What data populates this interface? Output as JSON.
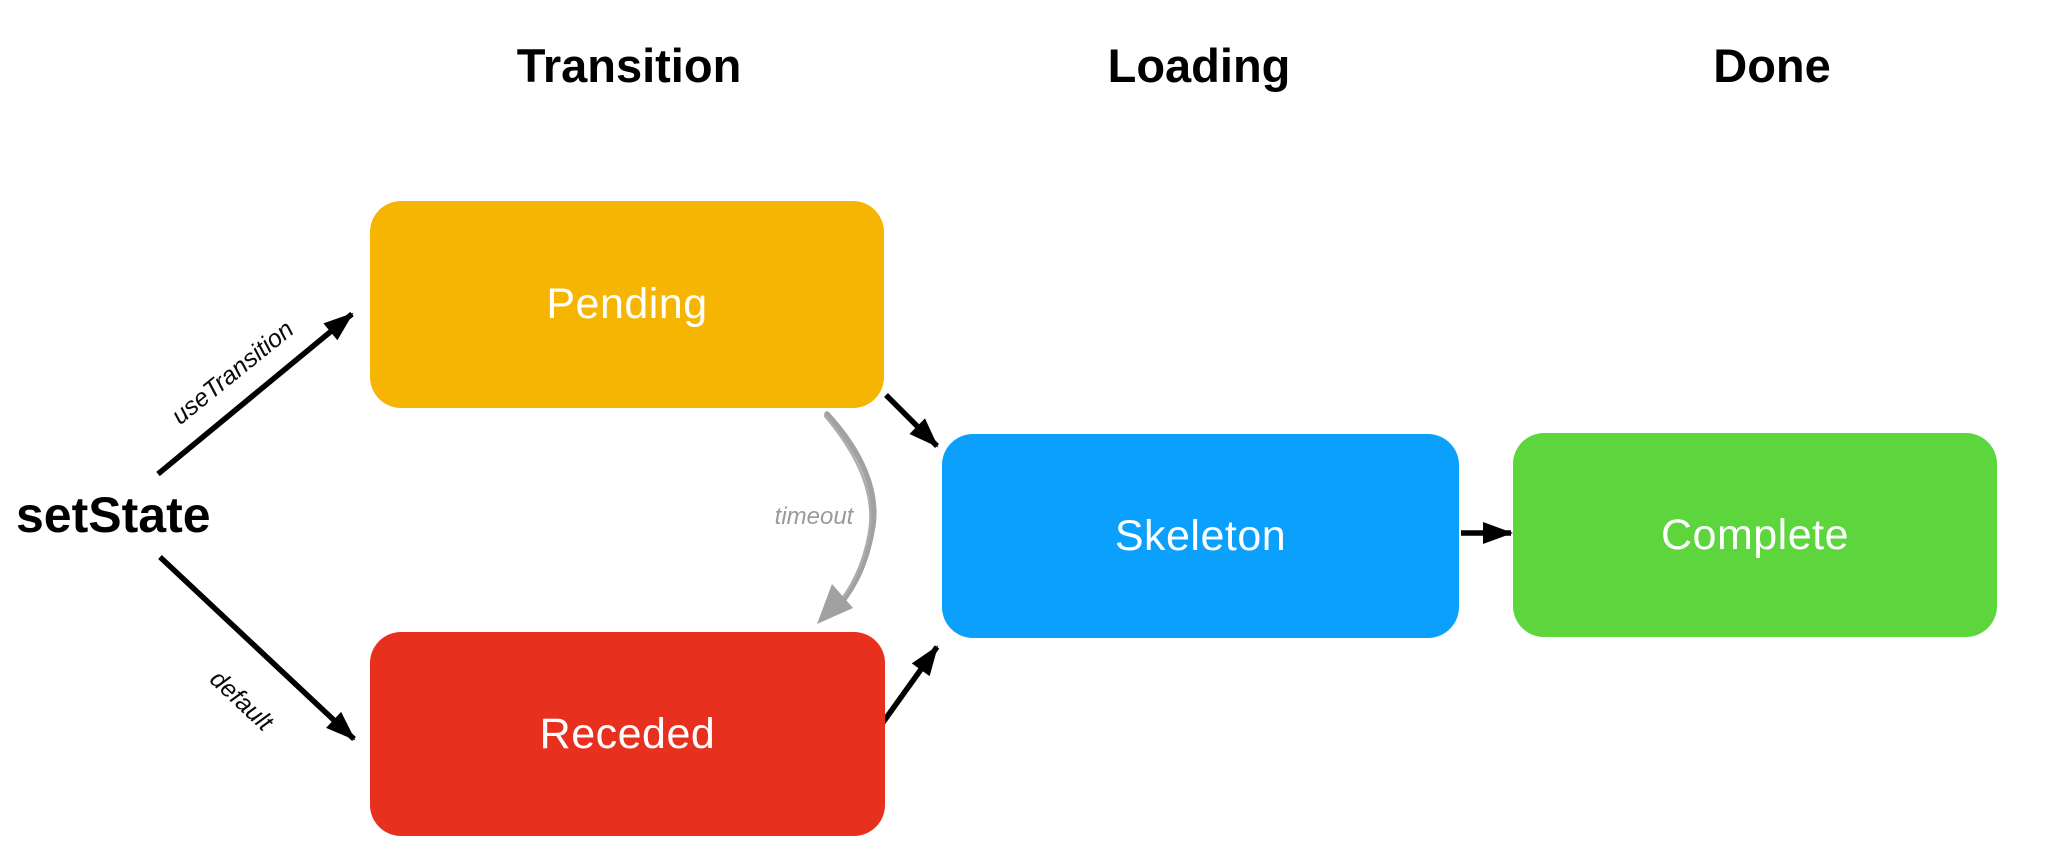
{
  "diagram": {
    "background_color": "#FFFFFF",
    "columns": [
      {
        "label": "Transition"
      },
      {
        "label": "Loading"
      },
      {
        "label": "Done"
      }
    ],
    "source": {
      "label": "setState"
    },
    "nodes": [
      {
        "id": "pending",
        "label": "Pending",
        "color": "#F5B502",
        "text_color": "#FFFFFF",
        "column": "Transition"
      },
      {
        "id": "receded",
        "label": "Receded",
        "color": "#E8301F",
        "text_color": "#FFFFFF",
        "column": "Transition"
      },
      {
        "id": "skeleton",
        "label": "Skeleton",
        "color": "#0AA0FB",
        "text_color": "#FFFFFF",
        "column": "Loading"
      },
      {
        "id": "complete",
        "label": "Complete",
        "color": "#5CD63C",
        "text_color": "#FFFFFF",
        "column": "Done"
      }
    ],
    "edges": [
      {
        "from": "setState",
        "to": "Pending",
        "label": "useTransition",
        "style": "solid-black"
      },
      {
        "from": "setState",
        "to": "Receded",
        "label": "default",
        "style": "solid-black"
      },
      {
        "from": "Pending",
        "to": "Receded",
        "label": "timeout",
        "style": "hand-drawn-gray-curve"
      },
      {
        "from": "Pending",
        "to": "Skeleton",
        "label": "",
        "style": "solid-black"
      },
      {
        "from": "Receded",
        "to": "Skeleton",
        "label": "",
        "style": "solid-black"
      },
      {
        "from": "Skeleton",
        "to": "Complete",
        "label": "",
        "style": "solid-black"
      }
    ],
    "edge_colors": {
      "default_arrow": "#000000",
      "timeout_arrow": "#9A9A9A"
    }
  }
}
